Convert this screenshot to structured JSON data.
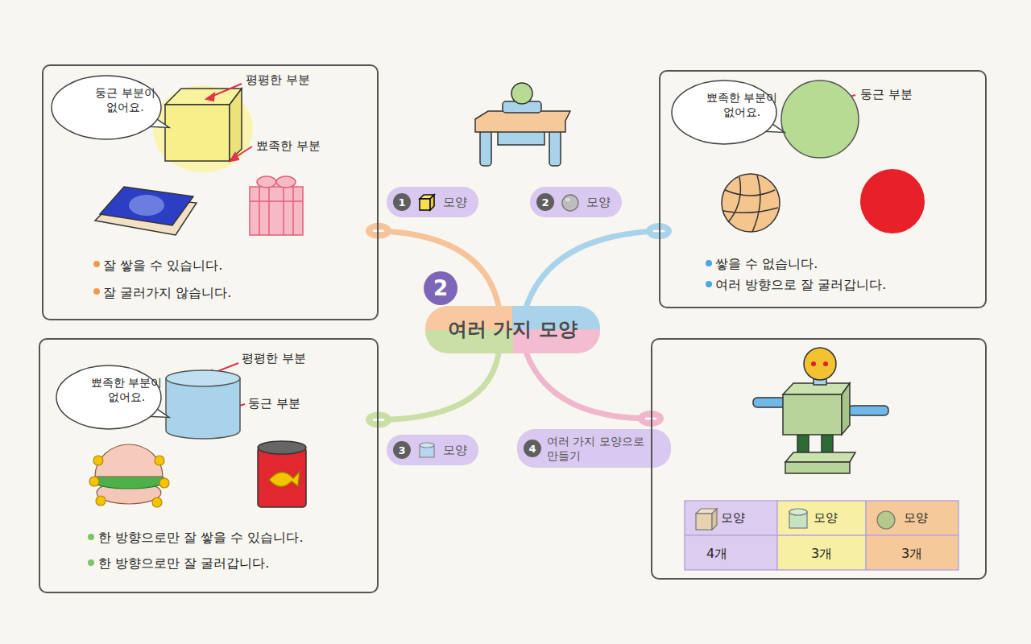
{
  "diagram": {
    "nodes": [
      {
        "text": [
          "평평한 부분",
          "뾰족한 부분",
          "잘 쌓을 수 있습니다.",
          "잘 굴러가지 않습니다."
        ]
      },
      {
        "text": [
          "둥근 부분이 없어요."
        ],
        "in": 0
      },
      {
        "text": [
          "1",
          "모양"
        ]
      },
      {
        "text": [
          "2",
          "모양"
        ]
      },
      {
        "text": [
          "둥근 부분",
          "쌓을 수 없습니다.",
          "여러 방향으로 잘 굴러갑니다."
        ]
      },
      {
        "text": [
          "뾰족한 부분이 없어요."
        ],
        "in": 4
      },
      {
        "text": [
          "여러 가지 모양"
        ]
      },
      {
        "text": [
          "평평한 부분",
          "둥근 부분",
          "한 방향으로만 잘 쌓을 수 있습니다.",
          "한 방향으로만 잘 굴러갑니다."
        ]
      },
      {
        "text": [
          "뾰족한 부분이 없어요."
        ],
        "in": 7
      },
      {
        "text": [
          "3",
          "모양"
        ]
      },
      {
        "text": [
          "4",
          "여러 가지 모양으로 만들기"
        ]
      },
      {
        "text": [
          "모양",
          "모양",
          "모양",
          "4개",
          "3개",
          "3개"
        ]
      }
    ],
    "edges": [
      {
        "from": 6,
        "to": 0,
        "arrow": "none"
      },
      {
        "from": 6,
        "to": 4,
        "arrow": "none"
      },
      {
        "from": 6,
        "to": 7,
        "arrow": "none"
      },
      {
        "from": 6,
        "to": 11,
        "arrow": "none"
      }
    ],
    "labels": [
      "2"
    ]
  }
}
